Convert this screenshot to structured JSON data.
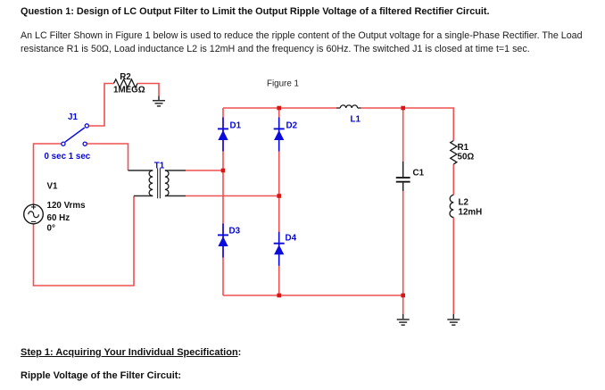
{
  "page": {
    "title": "Question 1: Design of LC Output Filter to Limit the Output Ripple Voltage of a filtered Rectifier Circuit.",
    "intro_line1": "An LC Filter Shown in Figure 1 below is used to reduce the ripple content of the Output voltage for a single-Phase Rectifier. The Load",
    "intro_line2": "resistance R1 is 50Ω, Load inductance L2 is 12mH and the frequency is 60Hz. The switched J1 is closed at time t=1 sec.",
    "step_heading": "Step 1: Acquiring Your Individual Specification",
    "step_heading_colon": ":",
    "ripple_heading": "Ripple Voltage of the Filter Circuit:"
  },
  "figure": {
    "caption": "Figure 1",
    "colors": {
      "wire_red": "#ef5050",
      "junction_red": "#d81515",
      "component_blue": "#0b0bdd",
      "label_blue": "#0404e0",
      "component_black": "#161616"
    },
    "components": {
      "ac_source": {
        "ref": "V1",
        "voltage": "120 Vrms",
        "frequency": "60 Hz",
        "phase": "0°"
      },
      "switch": {
        "ref": "J1",
        "timing": "0 sec 1 sec"
      },
      "bleeder_resistor": {
        "ref": "R2",
        "value": "1MEGΩ"
      },
      "transformer": {
        "ref": "T1"
      },
      "diode1": {
        "ref": "D1"
      },
      "diode2": {
        "ref": "D2"
      },
      "diode3": {
        "ref": "D3"
      },
      "diode4": {
        "ref": "D4"
      },
      "filter_inductor": {
        "ref": "L1"
      },
      "filter_capacitor": {
        "ref": "C1"
      },
      "load_resistor": {
        "ref": "R1",
        "value": "50Ω"
      },
      "load_inductor": {
        "ref": "L2",
        "value": "12mH"
      }
    }
  }
}
